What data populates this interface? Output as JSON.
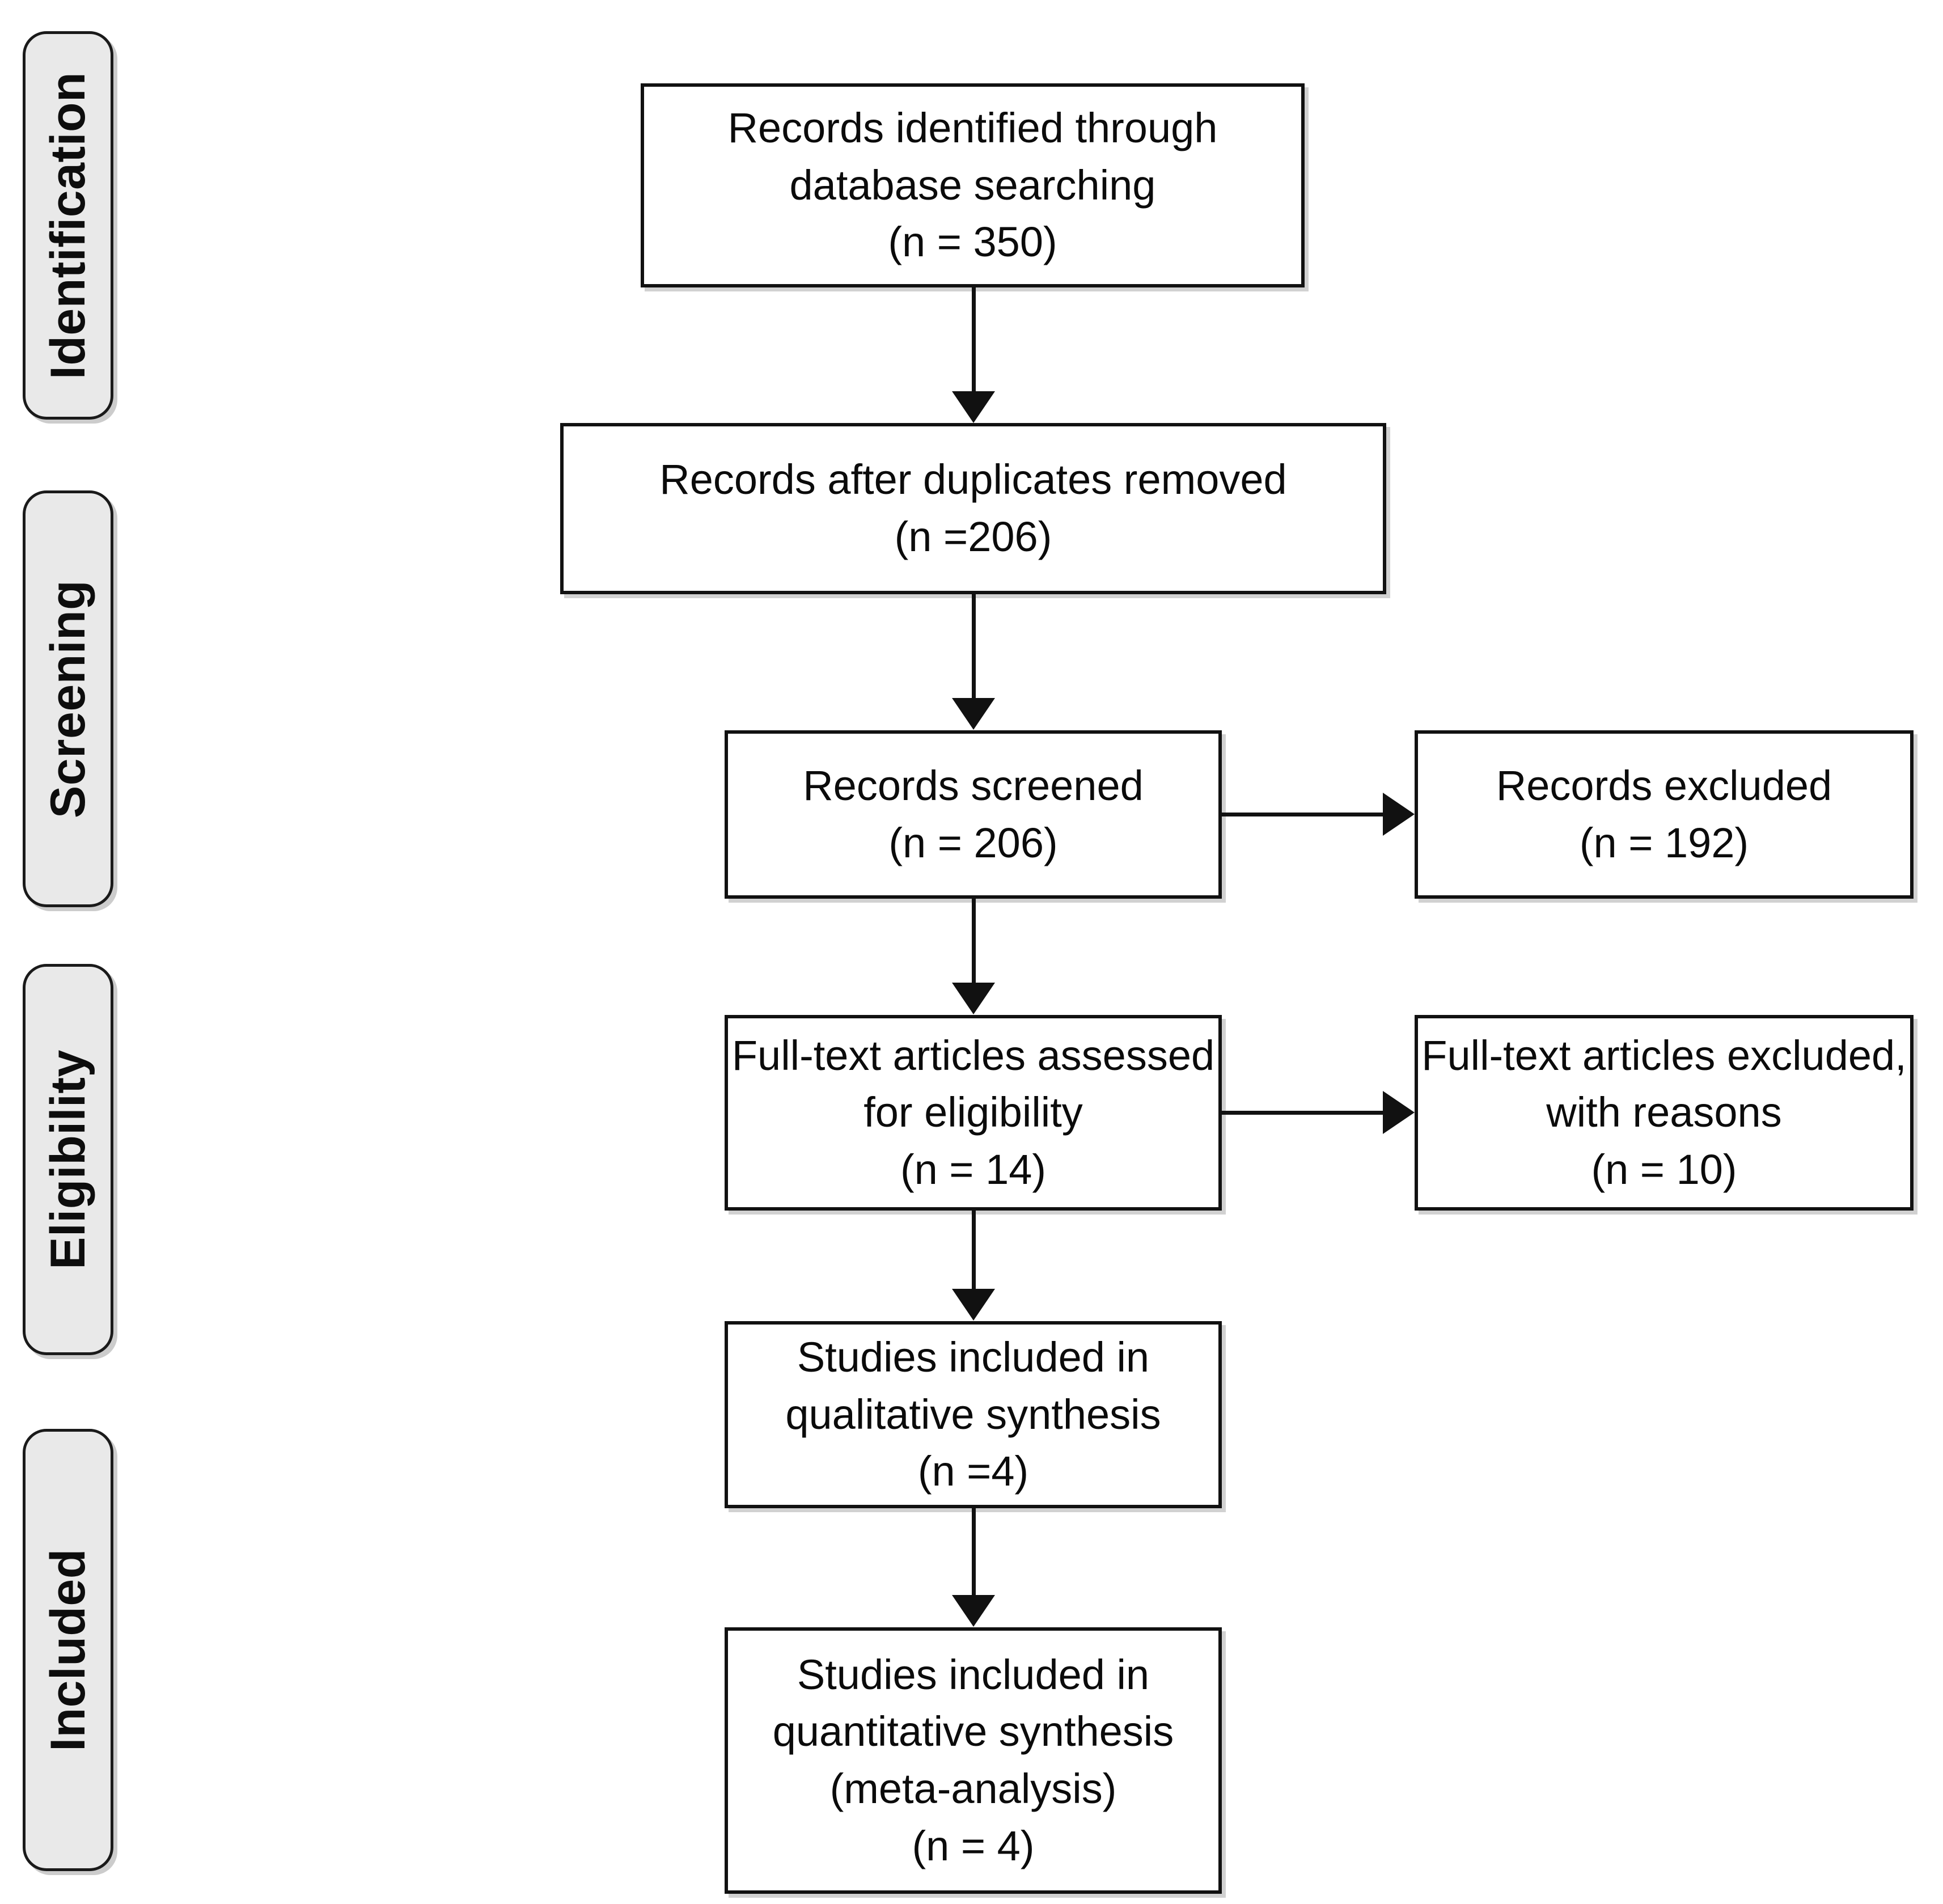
{
  "diagram": {
    "title": "PRISMA flow diagram",
    "type": "prisma-flowchart",
    "colors": {
      "stage_bar_fill": "#e9e9e9",
      "stage_bar_border": "#1a1a1a",
      "box_fill": "#ffffff",
      "box_border": "#111111",
      "text": "#0b0b0b",
      "background": "#ffffff"
    }
  },
  "stages": [
    {
      "id": "identification",
      "label": "Identification"
    },
    {
      "id": "screening",
      "label": "Screening"
    },
    {
      "id": "eligibility",
      "label": "Eligibility"
    },
    {
      "id": "included",
      "label": "Included"
    }
  ],
  "boxes": {
    "identified": {
      "line1": "Records identified through",
      "line2": "database searching",
      "line3": "(n = 350)"
    },
    "after_duplicates": {
      "line1": "Records after duplicates removed",
      "line2": "(n =206)"
    },
    "screened": {
      "line1": "Records screened",
      "line2": "(n = 206)"
    },
    "records_excluded": {
      "line1": "Records excluded",
      "line2": "(n = 192)"
    },
    "fulltext_assessed": {
      "line1": "Full-text articles assessed",
      "line2": "for eligibility",
      "line3": "(n = 14)"
    },
    "fulltext_excluded": {
      "line1": "Full-text articles excluded,",
      "line2": "with reasons",
      "line3": "(n = 10)"
    },
    "qualitative": {
      "line1": "Studies included in",
      "line2": "qualitative synthesis",
      "line3": "(n =4)"
    },
    "quantitative": {
      "line1": "Studies included in",
      "line2": "quantitative synthesis",
      "line3": "(meta-analysis)",
      "line4": "(n = 4)"
    }
  },
  "chart_data": {
    "type": "flowchart",
    "title": "PRISMA flow diagram",
    "stages": [
      "Identification",
      "Screening",
      "Eligibility",
      "Included"
    ],
    "nodes": [
      {
        "id": "identified",
        "stage": "Identification",
        "label": "Records identified through database searching",
        "n": 350
      },
      {
        "id": "after_duplicates",
        "stage": "Identification",
        "label": "Records after duplicates removed",
        "n": 206
      },
      {
        "id": "screened",
        "stage": "Screening",
        "label": "Records screened",
        "n": 206
      },
      {
        "id": "records_excluded",
        "stage": "Screening",
        "label": "Records excluded",
        "n": 192
      },
      {
        "id": "fulltext_assessed",
        "stage": "Eligibility",
        "label": "Full-text articles assessed for eligibility",
        "n": 14
      },
      {
        "id": "fulltext_excluded",
        "stage": "Eligibility",
        "label": "Full-text articles excluded, with reasons",
        "n": 10
      },
      {
        "id": "qualitative",
        "stage": "Included",
        "label": "Studies included in qualitative synthesis",
        "n": 4
      },
      {
        "id": "quantitative",
        "stage": "Included",
        "label": "Studies included in quantitative synthesis (meta-analysis)",
        "n": 4
      }
    ],
    "edges": [
      {
        "from": "identified",
        "to": "after_duplicates",
        "direction": "down"
      },
      {
        "from": "after_duplicates",
        "to": "screened",
        "direction": "down"
      },
      {
        "from": "screened",
        "to": "records_excluded",
        "direction": "right"
      },
      {
        "from": "screened",
        "to": "fulltext_assessed",
        "direction": "down"
      },
      {
        "from": "fulltext_assessed",
        "to": "fulltext_excluded",
        "direction": "right"
      },
      {
        "from": "fulltext_assessed",
        "to": "qualitative",
        "direction": "down"
      },
      {
        "from": "qualitative",
        "to": "quantitative",
        "direction": "down"
      }
    ]
  }
}
